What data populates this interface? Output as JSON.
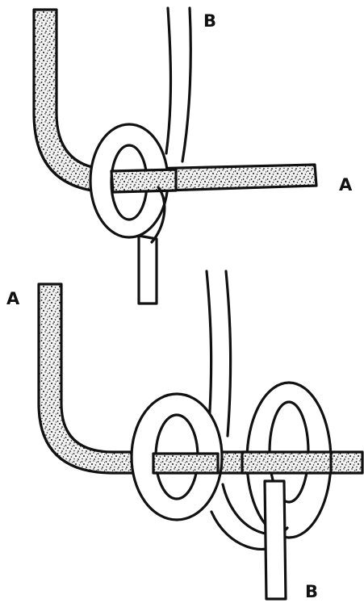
{
  "labels": {
    "top_a": "A",
    "top_b": "B",
    "bottom_a": "A",
    "bottom_b": "B"
  },
  "colors": {
    "ink": "#111111",
    "background": "#ffffff",
    "stipple_fill": "#f2f2f2"
  },
  "figures": [
    {
      "name": "top-knot-stage-1"
    },
    {
      "name": "bottom-knot-stage-2"
    }
  ]
}
